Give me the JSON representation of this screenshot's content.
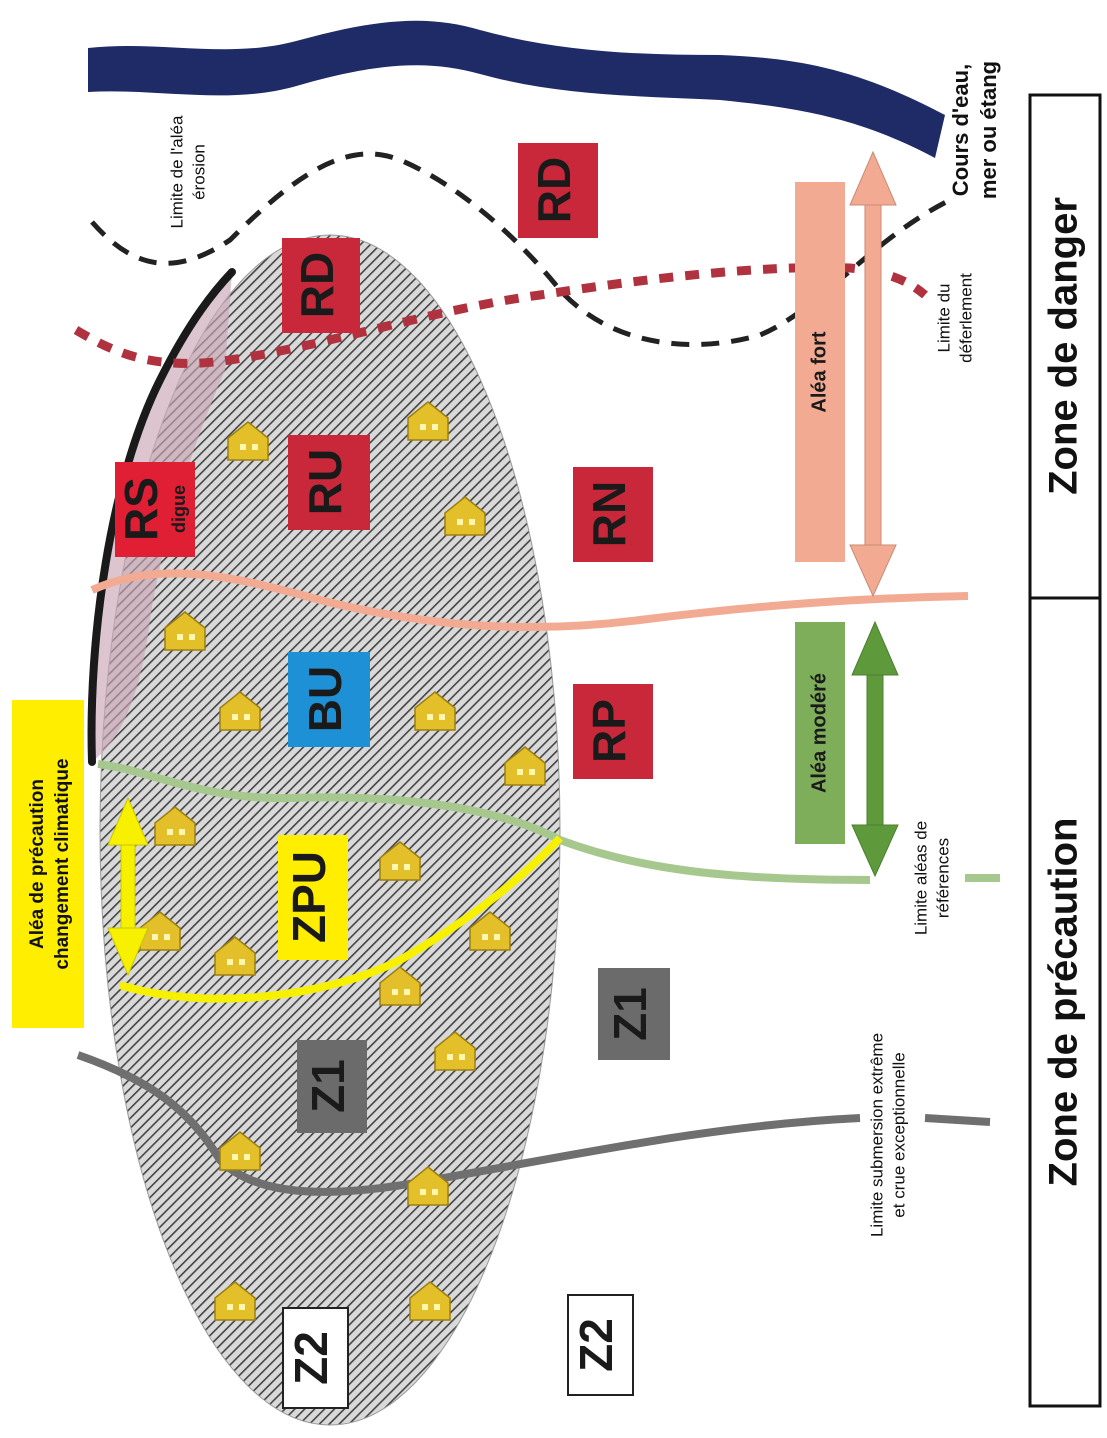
{
  "zones": {
    "rd_top": "RD",
    "rd_mid": "RD",
    "rs": "RS",
    "rs_sub": "digue",
    "ru": "RU",
    "rn": "RN",
    "bu": "BU",
    "rp": "RP",
    "zpu": "ZPU",
    "z1_in": "Z1",
    "z1_out": "Z1",
    "z2_in": "Z2",
    "z2_out": "Z2"
  },
  "labels": {
    "cours_eau_line1": "Cours d'eau,",
    "cours_eau_line2": "mer ou étang",
    "erosion_line1": "Limite de l'aléa",
    "erosion_line2": "érosion",
    "deferlement_line1": "Limite du",
    "deferlement_line2": "déferlement",
    "alea_fort": "Aléa fort",
    "alea_modere": "Aléa modéré",
    "aleas_ref_line1": "Limite aléas de",
    "aleas_ref_line2": "références",
    "submersion_line1": "Limite submersion extrême",
    "submersion_line2": "et crue exceptionnelle",
    "precaution_cc_line1": "Aléa de précaution",
    "precaution_cc_line2": "changement climatique"
  },
  "bands": {
    "danger": "Zone de danger",
    "precaution": "Zone de précaution"
  },
  "colors": {
    "water": "#1f2b66",
    "red_zone": "#c8283a",
    "blue_zone": "#1e90d6",
    "yellow_zone": "#ffee00",
    "grey_zone": "#6b6b6b",
    "salmon": "#f2ab92",
    "green": "#7fae5a",
    "house": "#e3c02a"
  }
}
